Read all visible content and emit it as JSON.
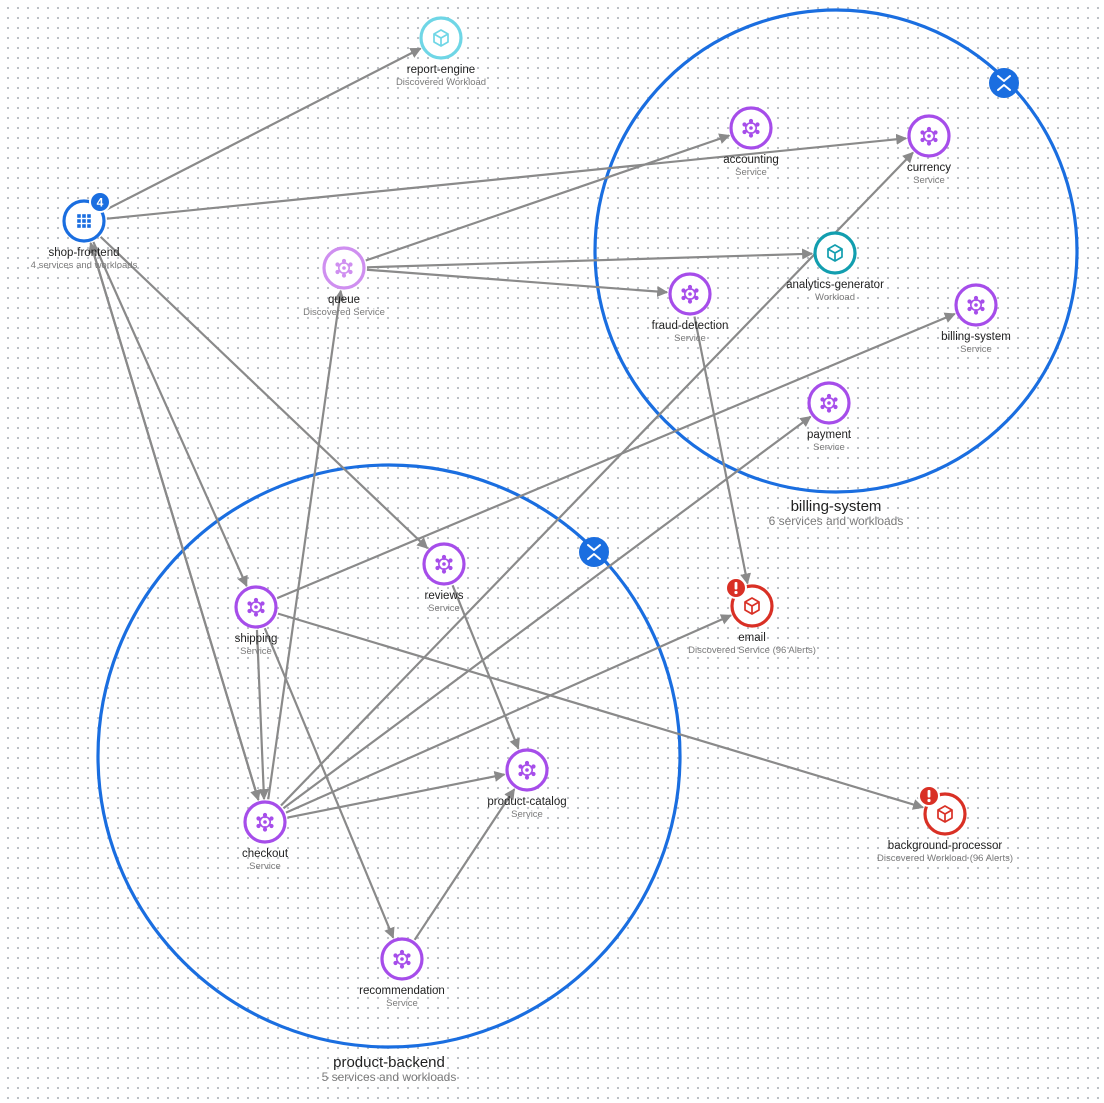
{
  "colors": {
    "service": "#a64dea",
    "discovered_service": "#cf8ff0",
    "discovered_workload": "#6fd6e6",
    "workload": "#129eaf",
    "alert": "#d93025",
    "group": "#1a6ee0",
    "badge": "#1a6ee0",
    "edge": "#8a8a8a"
  },
  "groups": [
    {
      "id": "billing-system",
      "label": "billing-system",
      "sublabel": "6 services and workloads",
      "control_icon": "collapse-icon"
    },
    {
      "id": "product-backend",
      "label": "product-backend",
      "sublabel": "5 services and workloads",
      "control_icon": "collapse-icon"
    }
  ],
  "nodes": [
    {
      "id": "report-engine",
      "label": "report-engine",
      "sublabel": "Discovered Workload",
      "kind": "discovered-workload",
      "icon": "cube-icon"
    },
    {
      "id": "shop-frontend",
      "label": "shop-frontend",
      "sublabel": "4 services and workloads",
      "kind": "group-node",
      "icon": "grid-icon",
      "badge": "4"
    },
    {
      "id": "queue",
      "label": "queue",
      "sublabel": "Discovered Service",
      "kind": "discovered-service",
      "icon": "service-icon"
    },
    {
      "id": "accounting",
      "label": "accounting",
      "sublabel": "Service",
      "kind": "service",
      "icon": "service-icon"
    },
    {
      "id": "currency",
      "label": "currency",
      "sublabel": "Service",
      "kind": "service",
      "icon": "service-icon"
    },
    {
      "id": "analytics-generator",
      "label": "analytics-generator",
      "sublabel": "Workload",
      "kind": "workload",
      "icon": "cube-icon"
    },
    {
      "id": "fraud-detection",
      "label": "fraud-detection",
      "sublabel": "Service",
      "kind": "service",
      "icon": "service-icon"
    },
    {
      "id": "billing-system-svc",
      "label": "billing-system",
      "sublabel": "Service",
      "kind": "service",
      "icon": "service-icon"
    },
    {
      "id": "payment",
      "label": "payment",
      "sublabel": "Service",
      "kind": "service",
      "icon": "service-icon"
    },
    {
      "id": "email",
      "label": "email",
      "sublabel": "Discovered Service (96 Alerts)",
      "kind": "alert",
      "icon": "cube-icon",
      "alert": true
    },
    {
      "id": "reviews",
      "label": "reviews",
      "sublabel": "Service",
      "kind": "service",
      "icon": "service-icon"
    },
    {
      "id": "shipping",
      "label": "shipping",
      "sublabel": "Service",
      "kind": "service",
      "icon": "service-icon"
    },
    {
      "id": "product-catalog",
      "label": "product-catalog",
      "sublabel": "Service",
      "kind": "service",
      "icon": "service-icon"
    },
    {
      "id": "checkout",
      "label": "checkout",
      "sublabel": "Service",
      "kind": "service",
      "icon": "service-icon"
    },
    {
      "id": "recommendation",
      "label": "recommendation",
      "sublabel": "Service",
      "kind": "service",
      "icon": "service-icon"
    },
    {
      "id": "background-processor",
      "label": "background-processor",
      "sublabel": "Discovered Workload (96 Alerts)",
      "kind": "alert",
      "icon": "cube-icon",
      "alert": true
    }
  ],
  "edges": [
    {
      "from": "shop-frontend",
      "to": "report-engine"
    },
    {
      "from": "shop-frontend",
      "to": "currency"
    },
    {
      "from": "shop-frontend",
      "to": "reviews"
    },
    {
      "from": "shop-frontend",
      "to": "shipping"
    },
    {
      "from": "shop-frontend",
      "to": "checkout"
    },
    {
      "from": "queue",
      "to": "accounting"
    },
    {
      "from": "queue",
      "to": "analytics-generator"
    },
    {
      "from": "queue",
      "to": "fraud-detection"
    },
    {
      "from": "fraud-detection",
      "to": "email"
    },
    {
      "from": "shipping",
      "to": "billing-system-svc"
    },
    {
      "from": "shipping",
      "to": "background-processor"
    },
    {
      "from": "shipping",
      "to": "checkout"
    },
    {
      "from": "shipping",
      "to": "recommendation"
    },
    {
      "from": "reviews",
      "to": "product-catalog"
    },
    {
      "from": "checkout",
      "to": "shop-frontend"
    },
    {
      "from": "checkout",
      "to": "queue"
    },
    {
      "from": "checkout",
      "to": "currency"
    },
    {
      "from": "checkout",
      "to": "payment"
    },
    {
      "from": "checkout",
      "to": "email"
    },
    {
      "from": "checkout",
      "to": "product-catalog"
    },
    {
      "from": "recommendation",
      "to": "product-catalog"
    }
  ]
}
